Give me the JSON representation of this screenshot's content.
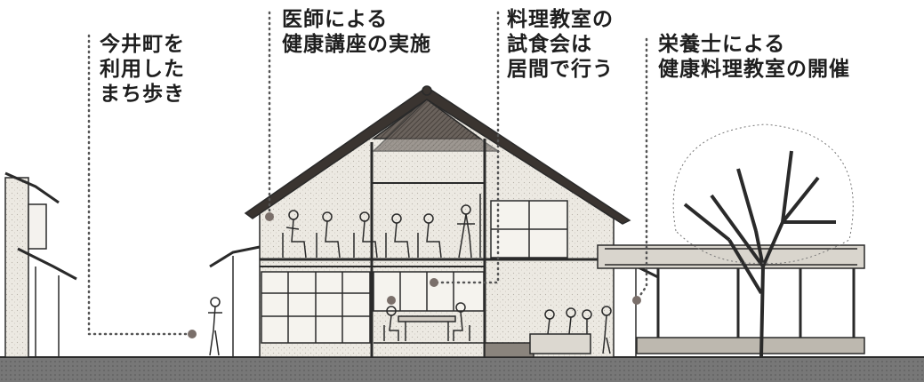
{
  "labels": [
    {
      "id": "machi-aruki",
      "lines": [
        "今井町を",
        "利用した",
        "まち歩き"
      ]
    },
    {
      "id": "doctor-lecture",
      "lines": [
        "医師による",
        "健康講座の実施"
      ]
    },
    {
      "id": "tasting",
      "lines": [
        "料理教室の",
        "試食会は",
        "居間で行う"
      ]
    },
    {
      "id": "cooking-class",
      "lines": [
        "栄養士による",
        "健康料理教室の開催"
      ]
    }
  ],
  "colors": {
    "ink": "#2a2a2a",
    "wall": "#e9e6df",
    "roof_dark": "#5a524c",
    "marker": "#7a6f6a",
    "ground": "#6d6d6d"
  }
}
